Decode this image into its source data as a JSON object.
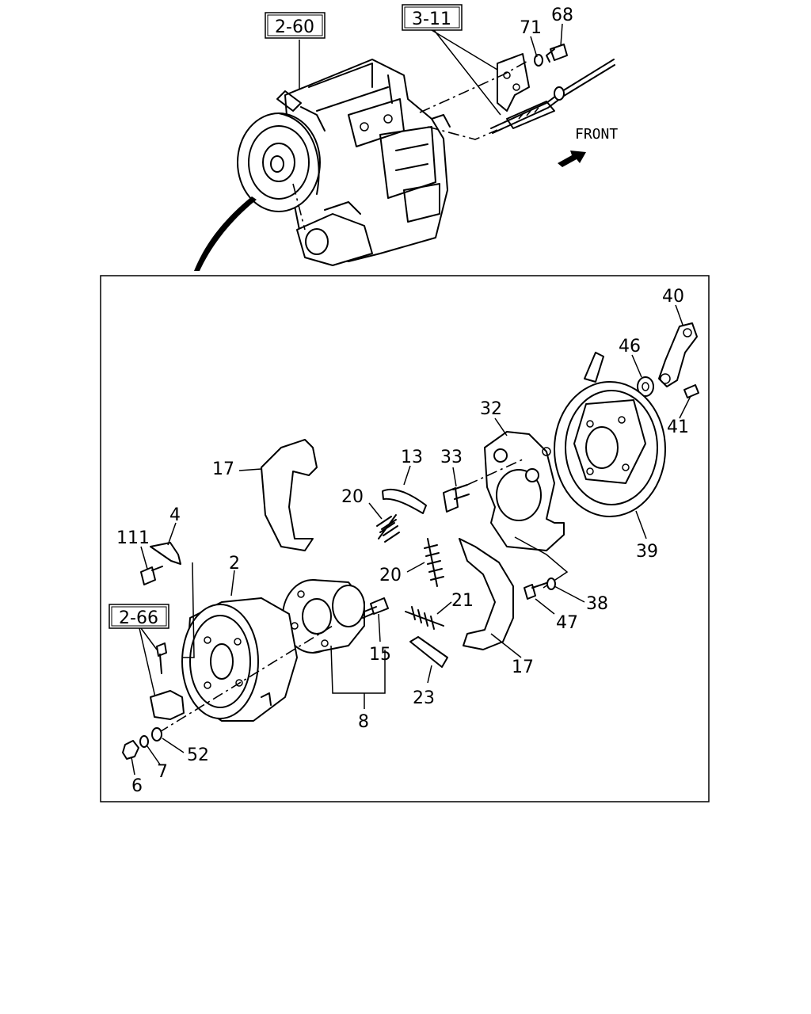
{
  "callouts": {
    "c2": "2",
    "c4": "4",
    "c6": "6",
    "c7": "7",
    "c8": "8",
    "c13": "13",
    "c15": "15",
    "c17a": "17",
    "c17b": "17",
    "c20a": "20",
    "c20b": "20",
    "c21": "21",
    "c23": "23",
    "c32": "32",
    "c33": "33",
    "c38": "38",
    "c39": "39",
    "c40": "40",
    "c41": "41",
    "c46": "46",
    "c47": "47",
    "c52": "52",
    "c68": "68",
    "c71": "71",
    "c111": "111"
  },
  "references": {
    "r260": "2-60",
    "r311": "3-11",
    "r266": "2-66"
  },
  "orientation": {
    "label": "FRONT"
  }
}
